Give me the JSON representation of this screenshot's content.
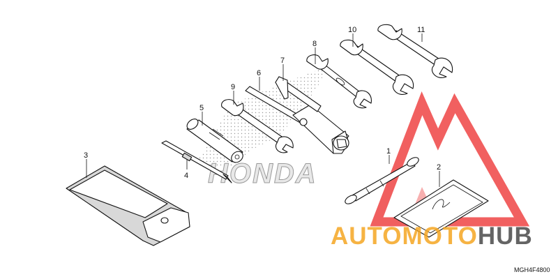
{
  "diagram": {
    "callouts": [
      "1",
      "2",
      "3",
      "4",
      "5",
      "6",
      "7",
      "8",
      "9",
      "10",
      "11"
    ],
    "background_brand": "HONDA",
    "diagram_code": "MGH4F4800"
  },
  "watermark": {
    "part1": "AUTO",
    "part2": "MOTO",
    "part3": "HUB",
    "colors": {
      "red": "#ee4444",
      "orange": "#f5a623",
      "dark": "#4a4a4a"
    }
  }
}
